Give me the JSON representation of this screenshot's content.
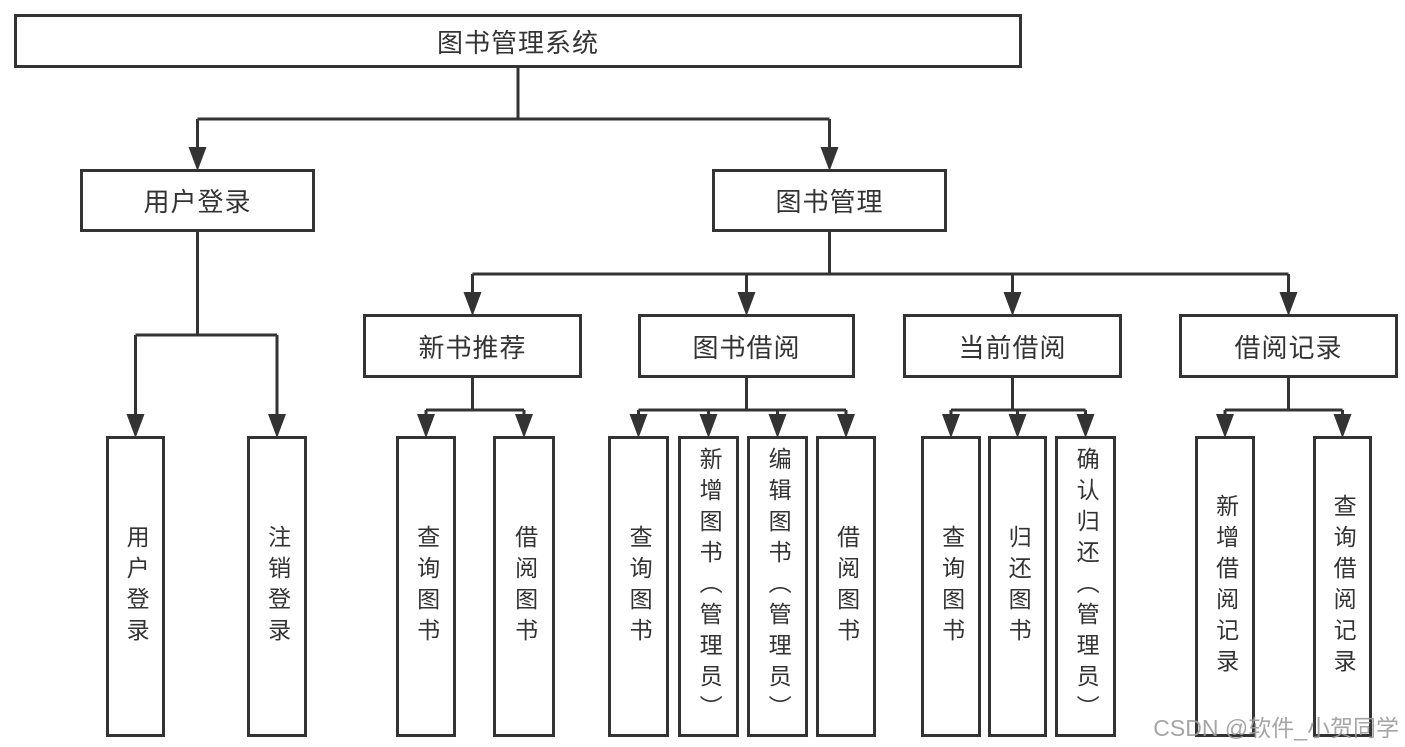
{
  "diagram": {
    "root": {
      "id": "library-management-system",
      "label": "图书管理系统",
      "children": [
        {
          "id": "user-login",
          "label": "用户登录",
          "children": [
            {
              "id": "user-login-action",
              "label": "用户登录",
              "vertical": true
            },
            {
              "id": "logout-action",
              "label": "注销登录",
              "vertical": true
            }
          ]
        },
        {
          "id": "book-management",
          "label": "图书管理",
          "children": [
            {
              "id": "new-book-recommendation",
              "label": "新书推荐",
              "children": [
                {
                  "id": "nbr-query-books",
                  "label": "查询图书",
                  "vertical": true
                },
                {
                  "id": "nbr-borrow-books",
                  "label": "借阅图书",
                  "vertical": true
                }
              ]
            },
            {
              "id": "book-borrowing",
              "label": "图书借阅",
              "children": [
                {
                  "id": "bb-query-books",
                  "label": "查询图书",
                  "vertical": true
                },
                {
                  "id": "bb-add-book-admin",
                  "label": "新增图书（管理员）",
                  "vertical": true
                },
                {
                  "id": "bb-edit-book-admin",
                  "label": "编辑图书（管理员）",
                  "vertical": true
                },
                {
                  "id": "bb-borrow-books",
                  "label": "借阅图书",
                  "vertical": true
                }
              ]
            },
            {
              "id": "current-borrowing",
              "label": "当前借阅",
              "children": [
                {
                  "id": "cb-query-books",
                  "label": "查询图书",
                  "vertical": true
                },
                {
                  "id": "cb-return-book",
                  "label": "归还图书",
                  "vertical": true
                },
                {
                  "id": "cb-confirm-return-admin",
                  "label": "确认归还（管理员）",
                  "vertical": true
                }
              ]
            },
            {
              "id": "borrowing-records",
              "label": "借阅记录",
              "children": [
                {
                  "id": "br-add-borrow-record",
                  "label": "新增借阅记录",
                  "vertical": true
                },
                {
                  "id": "br-query-borrow-record",
                  "label": "查询借阅记录",
                  "vertical": true
                }
              ]
            }
          ]
        }
      ]
    }
  },
  "watermark": {
    "text": "CSDN @软件_小贺同学"
  },
  "colors": {
    "line": "#333333",
    "border": "#333333",
    "text": "#333333",
    "background": "#ffffff",
    "watermark": "#9c9c9c"
  }
}
